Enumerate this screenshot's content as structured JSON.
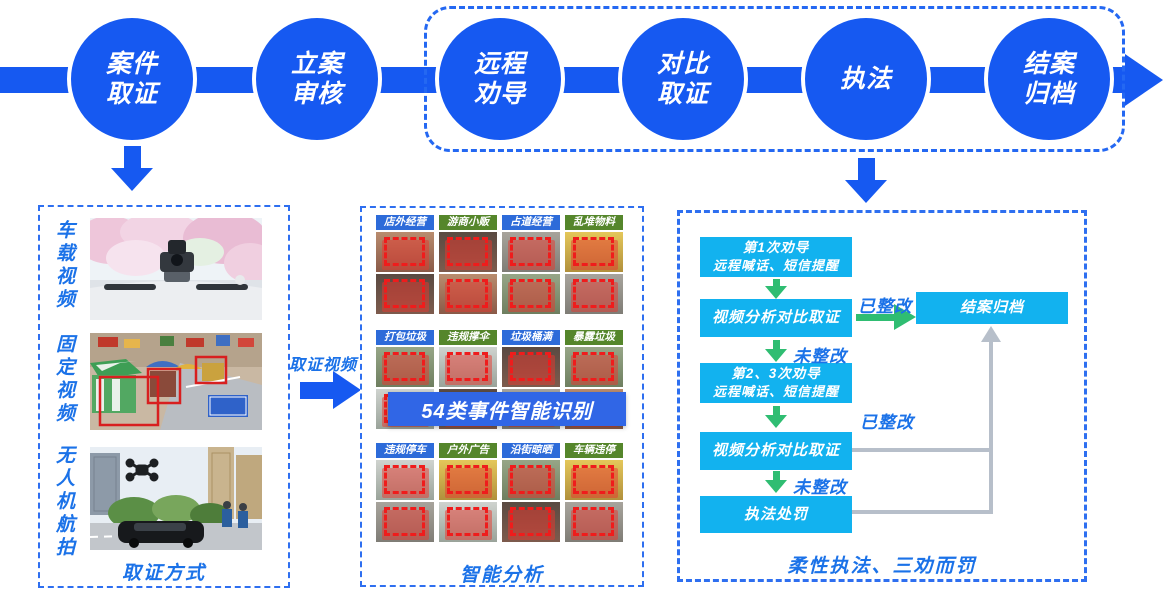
{
  "colors": {
    "primary_blue": "#1659F1",
    "dashed_border_blue": "#2E6FF0",
    "cyan_box": "#12B2EF",
    "green_arrow": "#2FBD72",
    "category_blue_bg": "#2D6BD9",
    "category_green_bg": "#55862B",
    "text_blue": "#1B72E8",
    "banner_blue": "#3066E6",
    "gray_connector": "#B7BFCA",
    "detection_red": "#EF1C1C"
  },
  "flow": {
    "steps": [
      {
        "lines": [
          "案件",
          "取证"
        ]
      },
      {
        "lines": [
          "立案",
          "审核"
        ]
      },
      {
        "lines": [
          "远程",
          "劝导"
        ]
      },
      {
        "lines": [
          "对比",
          "取证"
        ]
      },
      {
        "lines": [
          "执法"
        ]
      },
      {
        "lines": [
          "结案",
          "归档"
        ]
      }
    ]
  },
  "left_panel": {
    "caption": "取证方式",
    "sources": [
      {
        "label": "车载视频"
      },
      {
        "label": "固定视频"
      },
      {
        "label": "无人机航拍"
      }
    ]
  },
  "transfer": {
    "label": "取证视频"
  },
  "middle_panel": {
    "caption": "智能分析",
    "banner": "54类事件智能识别",
    "categories": [
      {
        "label": "店外经营",
        "tone": "blue"
      },
      {
        "label": "游商小贩",
        "tone": "green"
      },
      {
        "label": "占道经营",
        "tone": "blue"
      },
      {
        "label": "乱堆物料",
        "tone": "green"
      },
      {
        "label": "打包垃圾",
        "tone": "blue"
      },
      {
        "label": "违规撑伞",
        "tone": "green"
      },
      {
        "label": "垃圾桶满",
        "tone": "blue"
      },
      {
        "label": "暴露垃圾",
        "tone": "green"
      },
      {
        "label": "违规停车",
        "tone": "blue"
      },
      {
        "label": "户外广告",
        "tone": "green"
      },
      {
        "label": "沿街晾晒",
        "tone": "blue"
      },
      {
        "label": "车辆违停",
        "tone": "green"
      }
    ]
  },
  "right_panel": {
    "caption": "柔性执法、三劝而罚",
    "boxes": {
      "persuade1": [
        "第1次劝导",
        "远程喊话、短信提醒"
      ],
      "verify1": "视频分析对比取证",
      "persuade23": [
        "第2、3次劝导",
        "远程喊话、短信提醒"
      ],
      "verify2": "视频分析对比取证",
      "punish": "执法处罚",
      "archive": "结案归档"
    },
    "labels": {
      "rectified1": "已整改",
      "rectified2": "已整改",
      "not_rectified1": "未整改",
      "not_rectified2": "未整改"
    }
  }
}
